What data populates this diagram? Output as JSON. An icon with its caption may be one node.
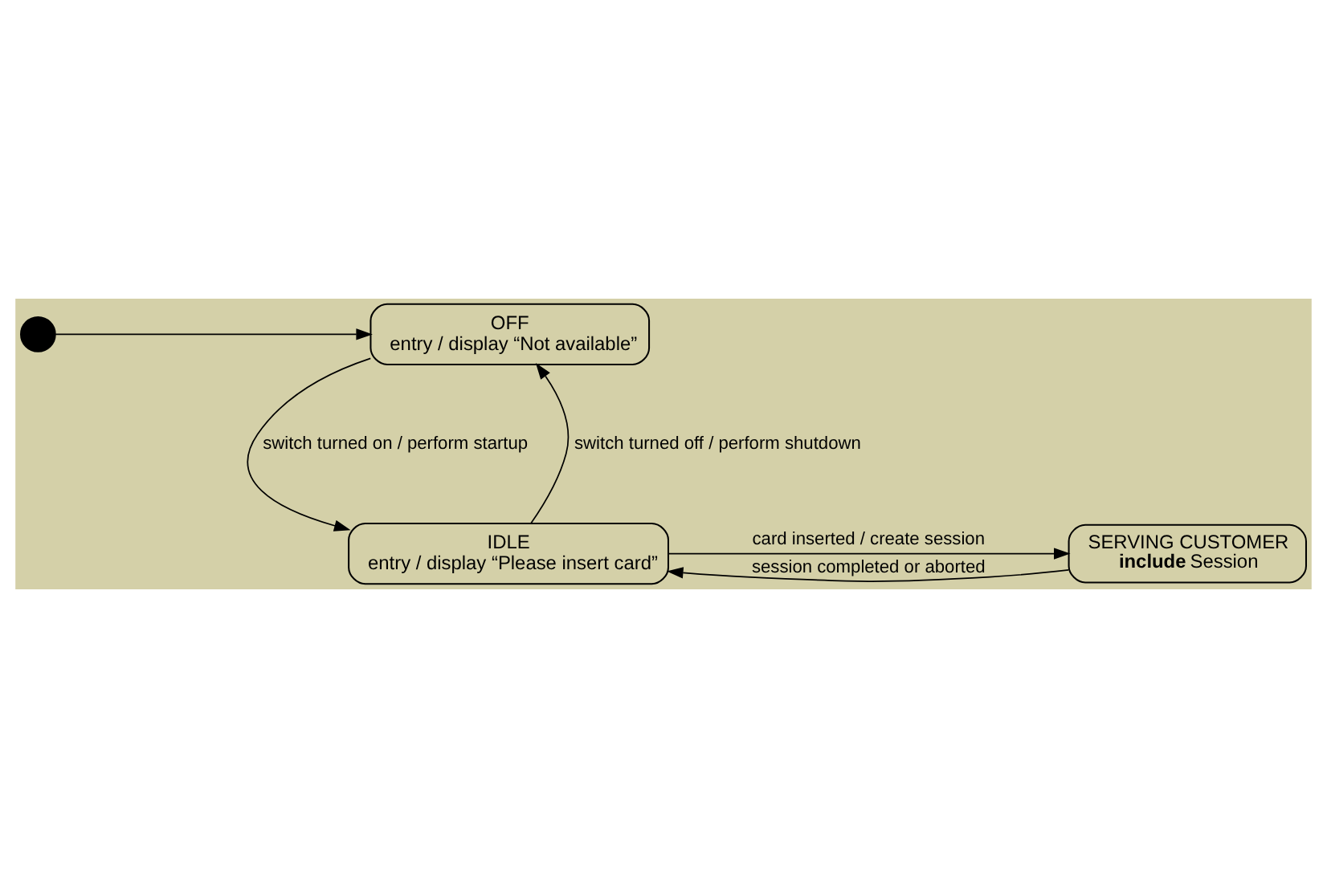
{
  "diagram": {
    "nodes": [
      {
        "text": [],
        "shape": "circle"
      },
      {
        "text": [
          "OFF",
          "entry / display “Not available”"
        ]
      },
      {
        "text": [
          "SERVING CUSTOMER",
          "**include** Session"
        ]
      },
      {
        "text": [
          "IDLE",
          "entry / display “Please insert card”"
        ]
      }
    ],
    "edges": [
      {
        "from": 0,
        "to": 1,
        "arrow": "to"
      },
      {
        "from": 1,
        "to": 3,
        "arrow": "to",
        "label": "switch turned on / perform startup"
      },
      {
        "from": 3,
        "to": 1,
        "arrow": "to",
        "label": "switch turned off / perform shutdown"
      },
      {
        "from": 3,
        "to": 2,
        "arrow": "to",
        "label": "card inserted / create session"
      },
      {
        "from": 2,
        "to": 3,
        "arrow": "to",
        "label": "session completed or aborted"
      }
    ]
  }
}
